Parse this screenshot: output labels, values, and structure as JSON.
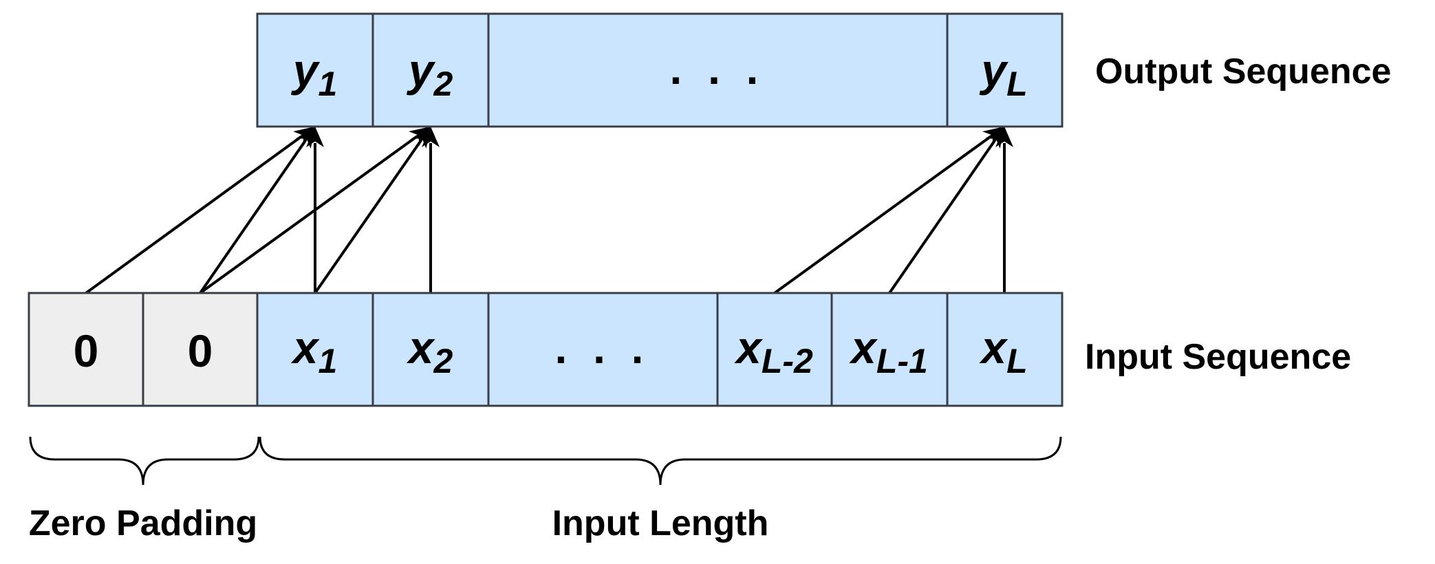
{
  "output_sequence": {
    "label": "Output Sequence",
    "cells": [
      {
        "var": "y",
        "sub": "1"
      },
      {
        "var": "y",
        "sub": "2"
      },
      {
        "text": ". . ."
      },
      {
        "var": "y",
        "sub": "L"
      }
    ]
  },
  "input_sequence": {
    "label": "Input Sequence",
    "cells": [
      {
        "text": "0",
        "padding": true
      },
      {
        "text": "0",
        "padding": true
      },
      {
        "var": "x",
        "sub": "1"
      },
      {
        "var": "x",
        "sub": "2"
      },
      {
        "text": ". . ."
      },
      {
        "var": "x",
        "sub": "L-2"
      },
      {
        "var": "x",
        "sub": "L-1"
      },
      {
        "var": "x",
        "sub": "L"
      }
    ]
  },
  "braces": {
    "zero_padding": "Zero Padding",
    "input_length": "Input Length"
  },
  "connections": [
    {
      "from": "input.0",
      "to": "output.0"
    },
    {
      "from": "input.1",
      "to": "output.0"
    },
    {
      "from": "input.2",
      "to": "output.0"
    },
    {
      "from": "input.1",
      "to": "output.1"
    },
    {
      "from": "input.2",
      "to": "output.1"
    },
    {
      "from": "input.3",
      "to": "output.1"
    },
    {
      "from": "input.5",
      "to": "output.3"
    },
    {
      "from": "input.6",
      "to": "output.3"
    },
    {
      "from": "input.7",
      "to": "output.3"
    }
  ]
}
